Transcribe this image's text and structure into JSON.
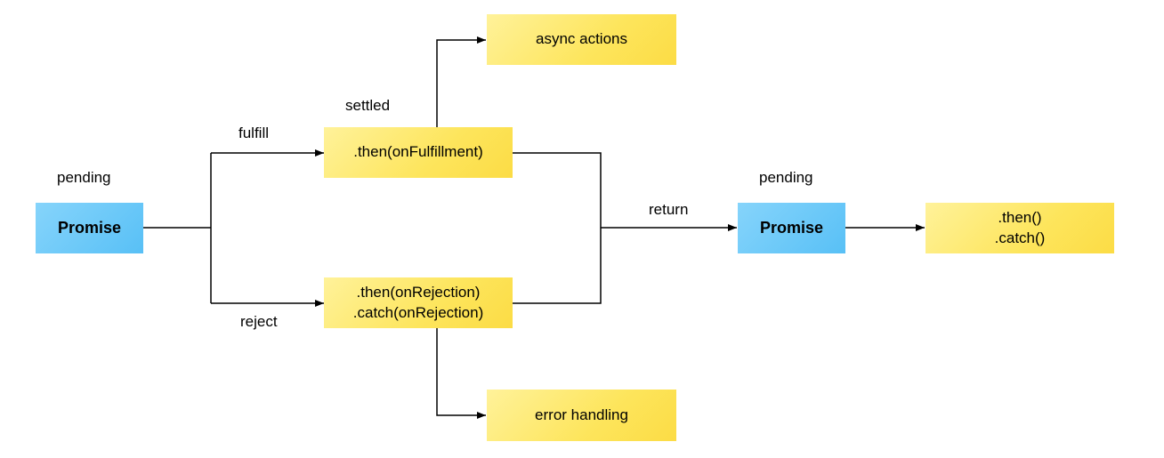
{
  "nodes": {
    "promise_start": {
      "label": "Promise"
    },
    "then_fulfillment": {
      "label": ".then(onFulfillment)"
    },
    "then_rejection": {
      "line1": ".then(onRejection)",
      "line2": ".catch(onRejection)"
    },
    "async_actions": {
      "label": "async actions"
    },
    "error_handling": {
      "label": "error handling"
    },
    "promise_returned": {
      "label": "Promise"
    },
    "then_catch": {
      "line1": ".then()",
      "line2": ".catch()"
    }
  },
  "labels": {
    "pending_start": "pending",
    "pending_returned": "pending",
    "settled": "settled",
    "fulfill": "fulfill",
    "reject": "reject",
    "return": "return"
  },
  "colors": {
    "promise_fill": "#5ec3f7",
    "action_fill": "#fde55c",
    "line": "#000000"
  }
}
